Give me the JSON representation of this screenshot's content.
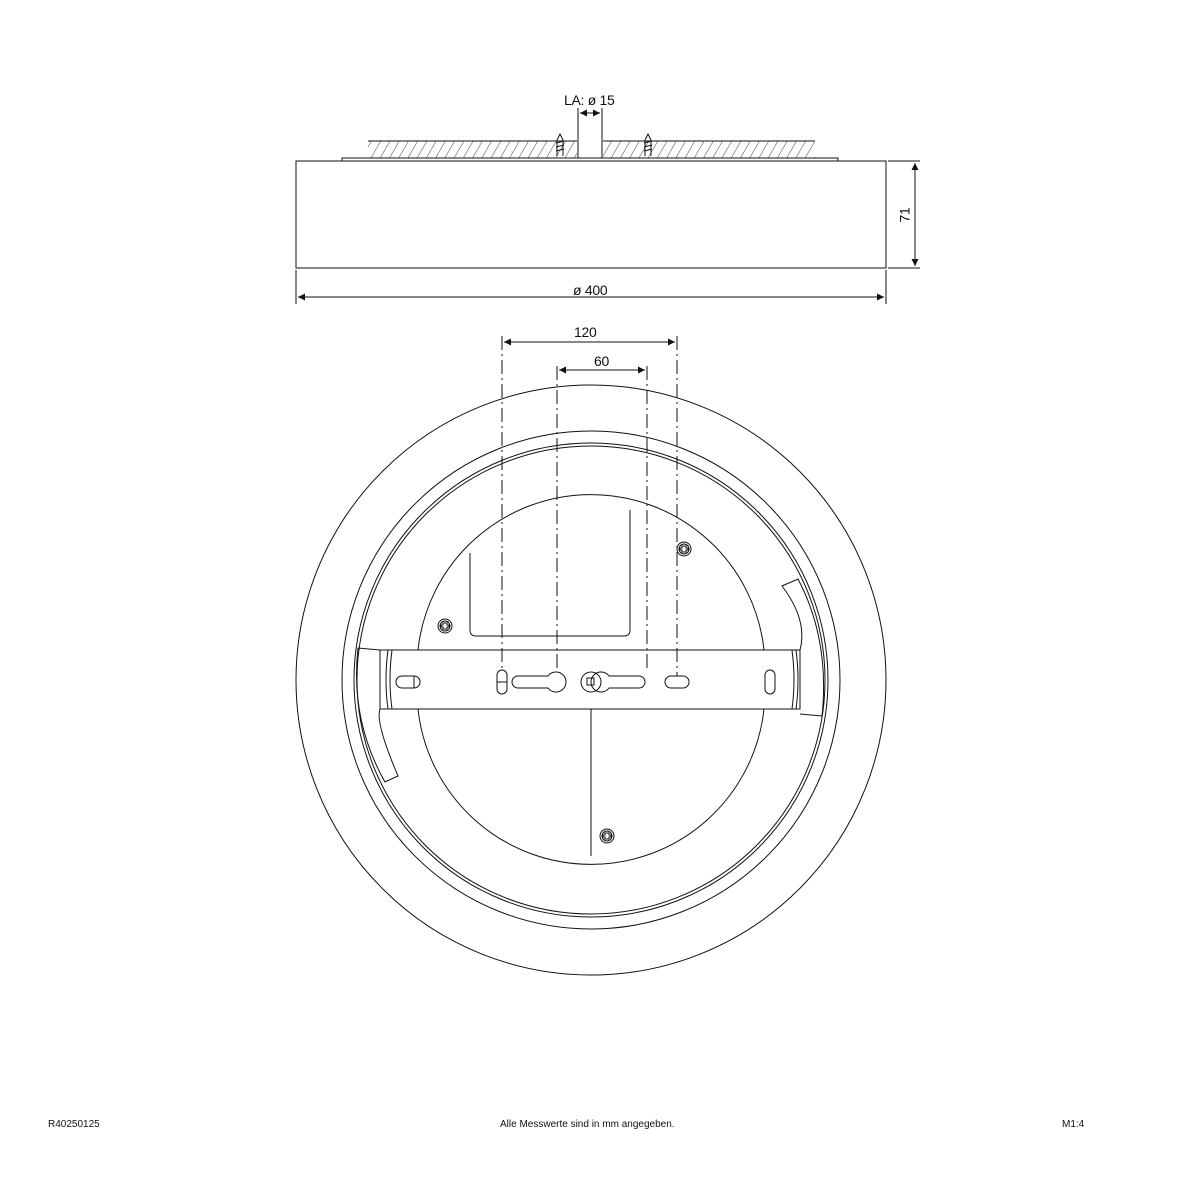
{
  "drawing": {
    "side_view": {
      "cable_entry_label": "LA: ø 15",
      "height_label": "71",
      "diameter_label": "ø 400"
    },
    "bottom_view": {
      "hole_spacing_outer_label": "120",
      "hole_spacing_inner_label": "60"
    }
  },
  "footer": {
    "article_number": "R40250125",
    "note": "Alle Messwerte sind in mm angegeben.",
    "scale": "M1:4"
  },
  "colors": {
    "line": "#111111",
    "background": "#ffffff"
  }
}
